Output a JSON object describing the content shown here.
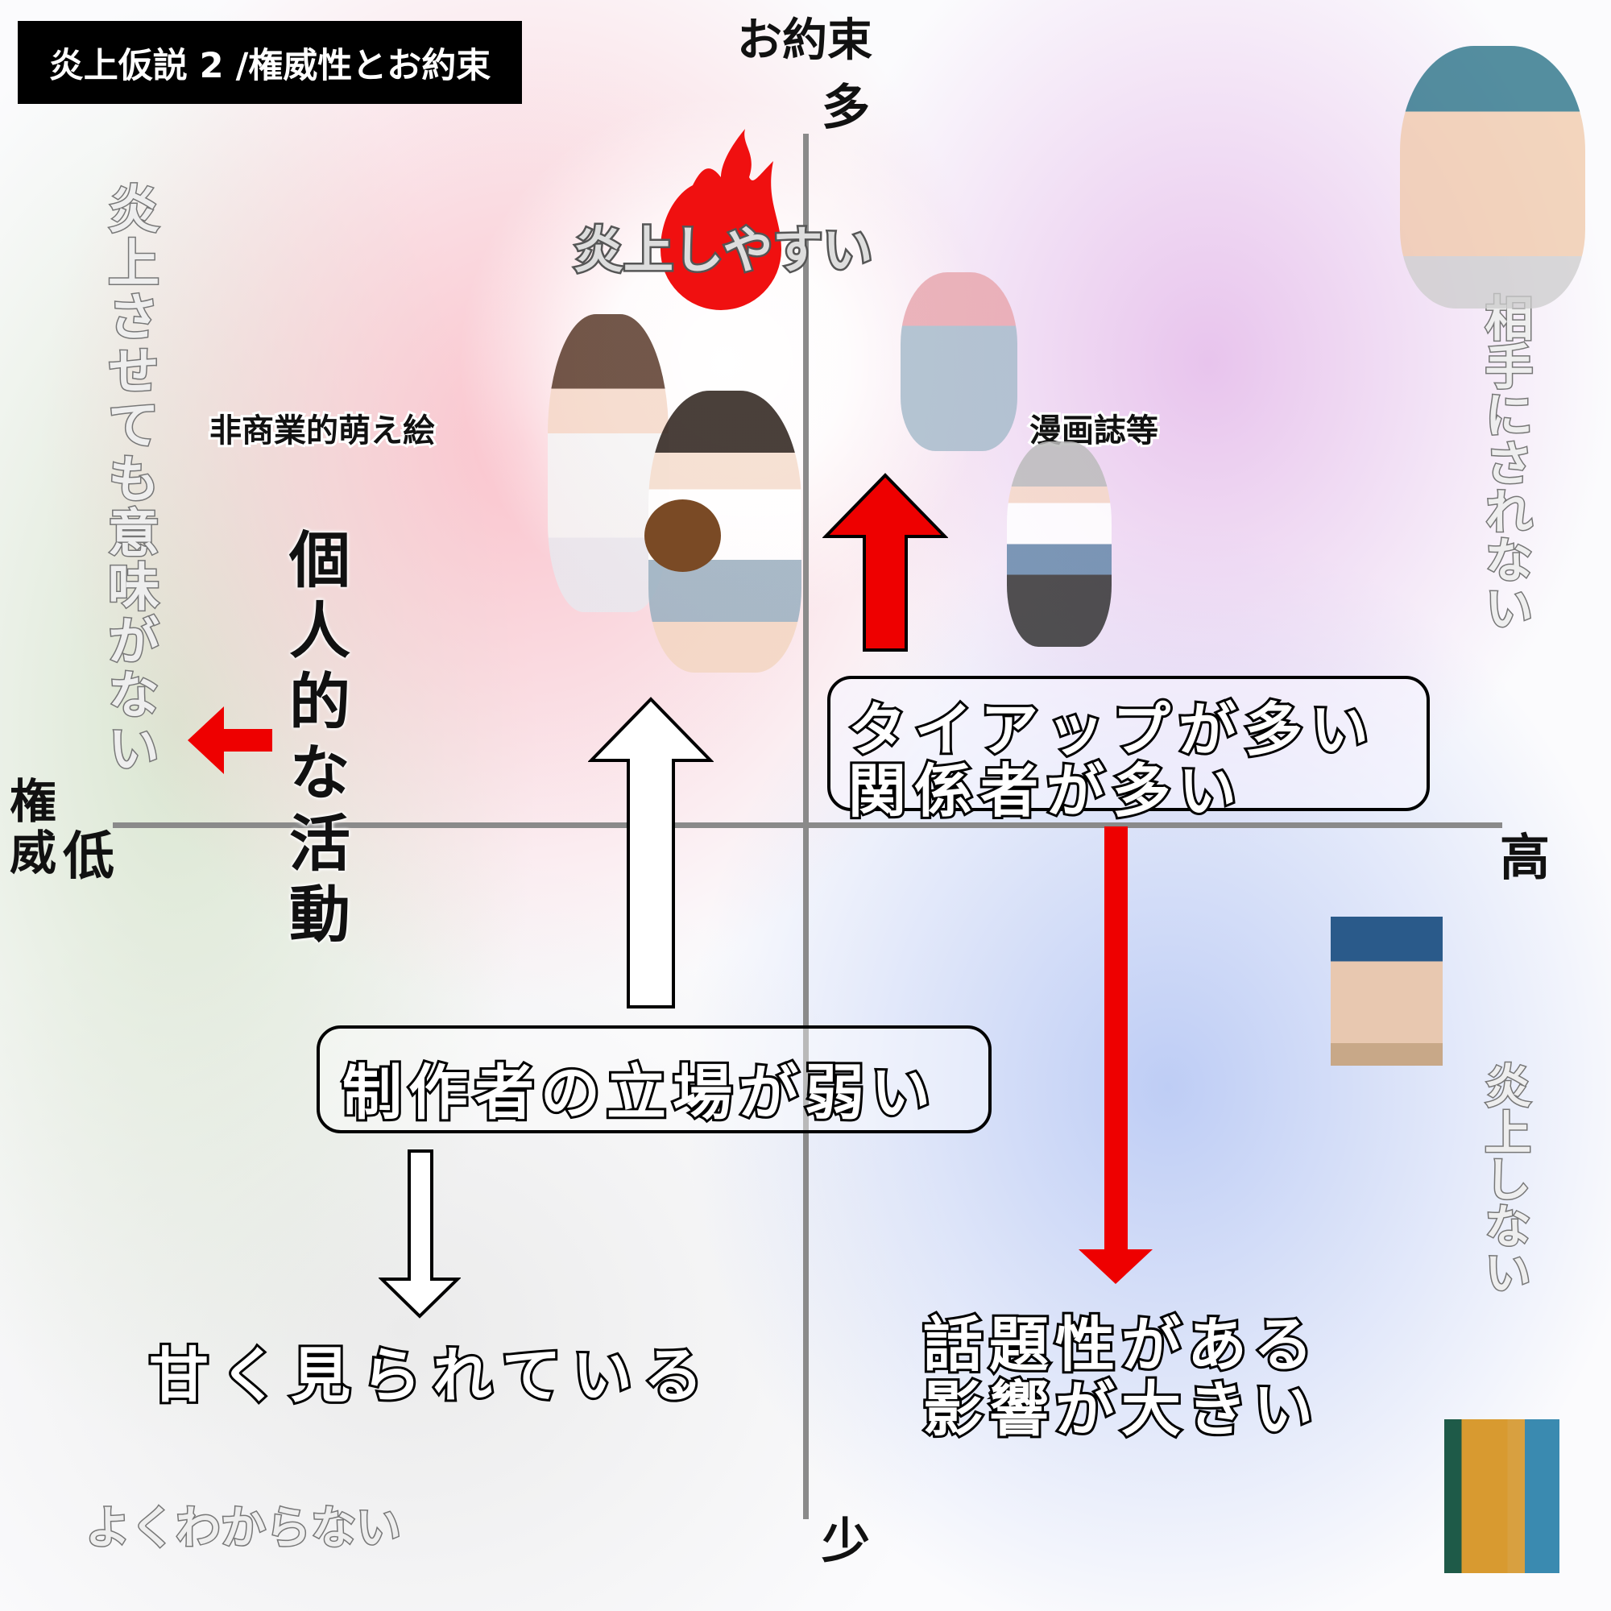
{
  "title": "炎上仮説 2 /権威性とお約束",
  "axes": {
    "y_title": "お約束",
    "y_high": "多",
    "y_low": "少",
    "x_title_1": "権",
    "x_title_2": "威",
    "x_low": "低",
    "x_high": "高"
  },
  "quadrants": {
    "top_left_side": "炎上させても意味がない",
    "top_right_side": "相手にされない",
    "bottom_right_side": "炎上しない",
    "bottom_left": "よくわからない",
    "hot_label": "炎上しやすい"
  },
  "categories": {
    "non_commercial": "非商業的萌え絵",
    "magazines": "漫画誌等"
  },
  "annotations": {
    "personal_activity": "個人的な活動",
    "tieup_line1": "タイアップが多い",
    "tieup_line2": "関係者が多い",
    "weak_creator": "制作者の立場が弱い",
    "looked_down": "甘く見られている",
    "topical_line1": "話題性がある",
    "topical_line2": "影響が大きい"
  },
  "colors": {
    "arrow_red": "#ee0000",
    "fire_red": "#f01010",
    "axis_gray": "#8a8a8a"
  }
}
